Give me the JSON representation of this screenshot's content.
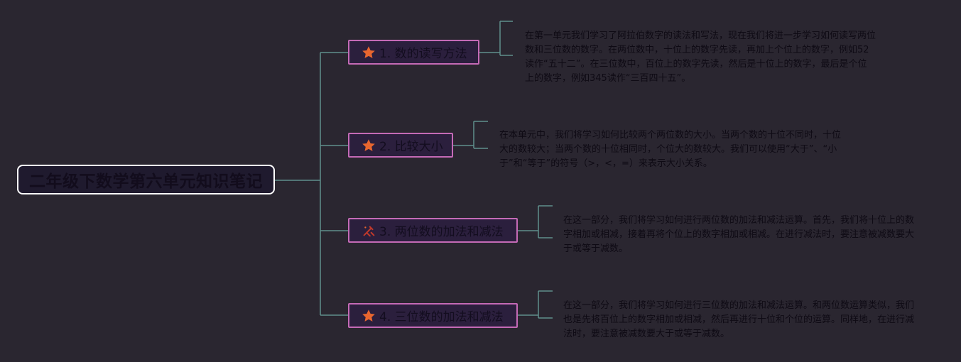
{
  "root": {
    "title": "二年级下数学第六单元知识笔记"
  },
  "branches": [
    {
      "label": "1. 数的读写方法",
      "icon": "star-icon",
      "note": "在第一单元我们学习了阿拉伯数字的读法和写法，现在我们将进一步学习如何读写两位数和三位数的数字。在两位数中，十位上的数字先读，再加上个位上的数字，例如52读作“五十二”。在三位数中，百位上的数字先读，然后是十位上的数字，最后是个位上的数字，例如345读作“三百四十五”。"
    },
    {
      "label": "2. 比较大小",
      "icon": "star-icon",
      "note": "在本单元中，我们将学习如何比较两个两位数的大小。当两个数的十位不同时，十位大的数较大；当两个数的十位相同时，个位大的数较大。我们可以使用“大于”、“小于”和“等于”的符号（>，<，=）来表示大小关系。"
    },
    {
      "label": "3. 两位数的加法和减法",
      "icon": "tools-icon",
      "note": "在这一部分，我们将学习如何进行两位数的加法和减法运算。首先，我们将十位上的数字相加或相减，接着再将个位上的数字相加或相减。在进行减法时，要注意被减数要大于或等于减数。"
    },
    {
      "label": "4. 三位数的加法和减法",
      "icon": "star-icon",
      "note": "在这一部分，我们将学习如何进行三位数的加法和减法运算。和两位数运算类似，我们也是先将百位上的数字相加或相减，然后再进行十位和个位的运算。同样地，在进行减法时，要注意被减数要大于或等于减数。"
    }
  ],
  "colors": {
    "background": "#2a2630",
    "connector": "#5f8f8c",
    "branch_border": "#c46ab6",
    "root_border": "#ffffff",
    "icon": "#e8662f"
  }
}
